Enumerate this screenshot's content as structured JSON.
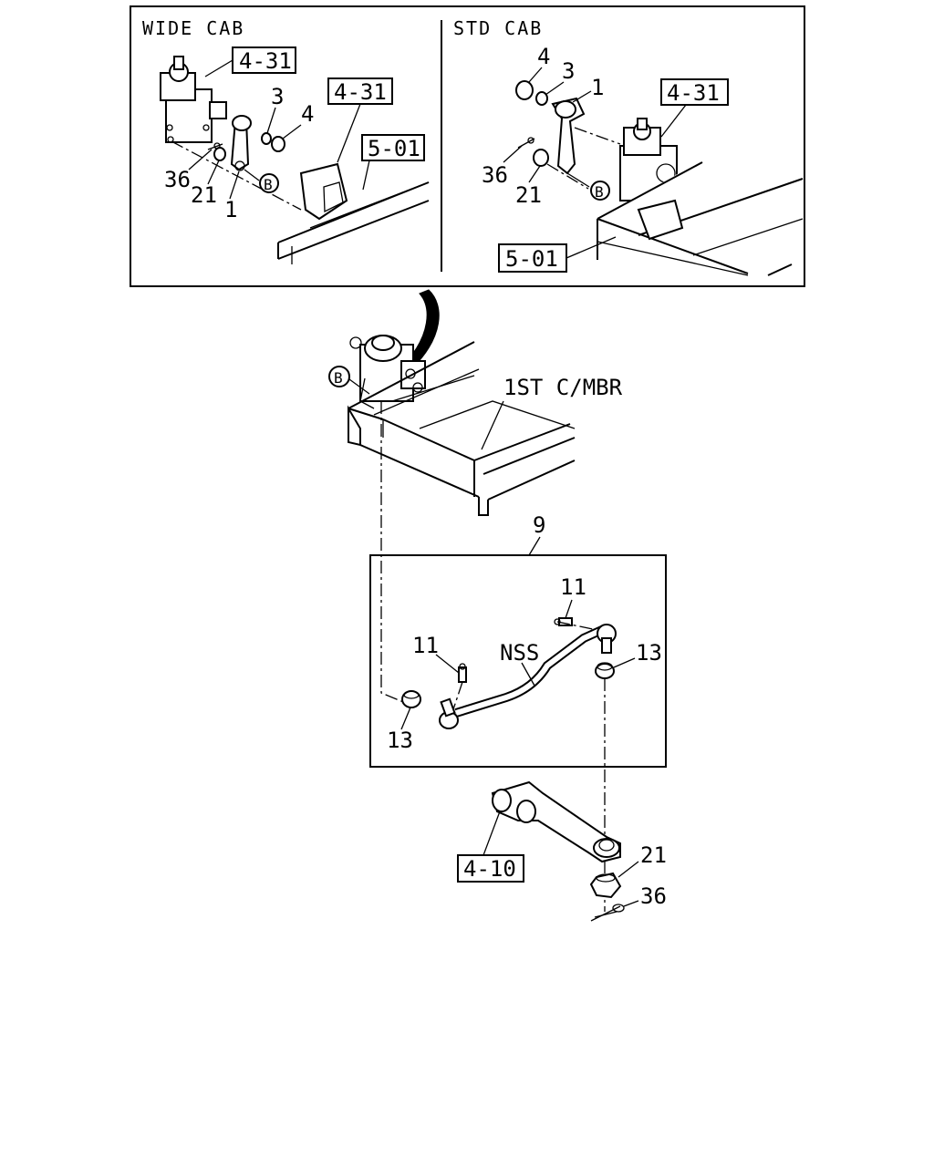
{
  "inset": {
    "wide_cab": {
      "title": "WIDE CAB",
      "refs": [
        "4-31",
        "4-31",
        "5-01"
      ],
      "callouts": [
        "3",
        "4",
        "36",
        "21",
        "1"
      ],
      "circle_b": "B"
    },
    "std_cab": {
      "title": "STD CAB",
      "refs": [
        "4-31",
        "5-01"
      ],
      "callouts": [
        "4",
        "3",
        "1",
        "36",
        "21"
      ],
      "circle_b": "B"
    }
  },
  "main": {
    "circle_b": "B",
    "member_label": "1ST C/MBR",
    "assembly_number": "9",
    "callouts": [
      "11",
      "11",
      "13",
      "13",
      "21",
      "36"
    ],
    "nss_label": "NSS",
    "ref_4_10": "4-10"
  }
}
